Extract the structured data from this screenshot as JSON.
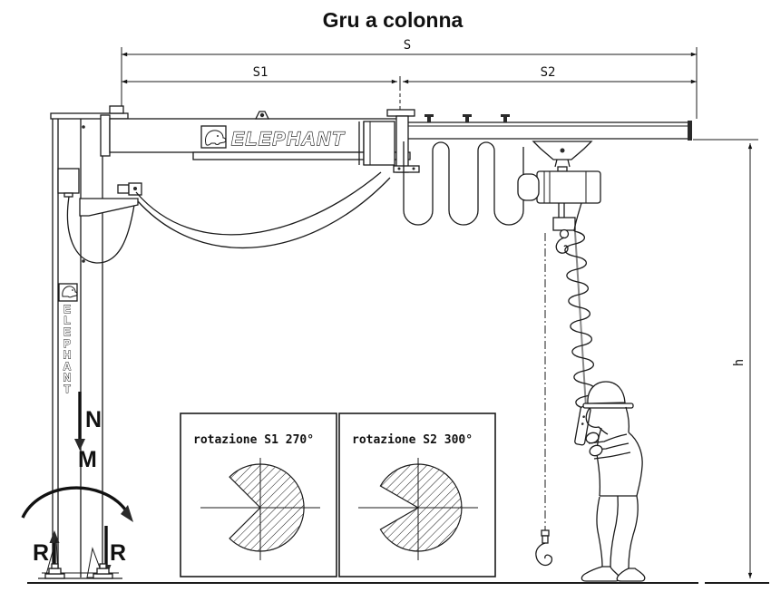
{
  "title": "Gru a colonna",
  "brand": {
    "name": "ELEPHANT"
  },
  "dimensions": {
    "span_total": "S",
    "span_1": "S1",
    "span_2": "S2",
    "height": "h"
  },
  "forces": {
    "normal": "N",
    "moment": "M",
    "reaction_left": "R",
    "reaction_right": "R"
  },
  "rotation_diagrams": [
    {
      "caption": "rotazione S1  270°",
      "angle_deg": 270
    },
    {
      "caption": "rotazione S2  300°",
      "angle_deg": 300
    }
  ],
  "colors": {
    "ink": "#1b1b1b",
    "background": "#ffffff"
  }
}
